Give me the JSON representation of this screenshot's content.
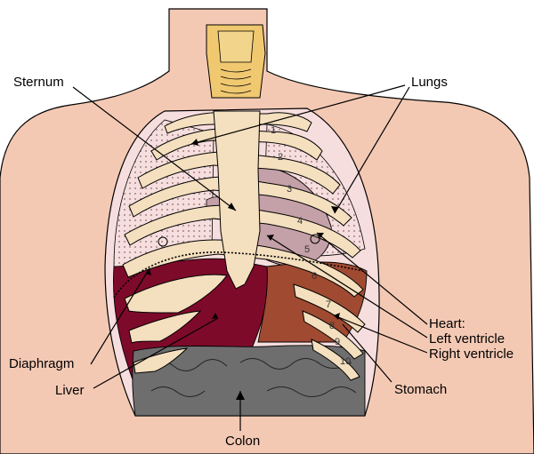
{
  "labels": {
    "sternum": "Sternum",
    "lungs": "Lungs",
    "heart": "Heart:",
    "left_ventricle": "Left ventricle",
    "right_ventricle": "Right ventricle",
    "diaphragm": "Diaphragm",
    "liver": "Liver",
    "stomach": "Stomach",
    "colon": "Colon"
  },
  "rib_numbers": [
    "1",
    "2",
    "3",
    "4",
    "5",
    "6",
    "7",
    "8",
    "9",
    "10"
  ],
  "colors": {
    "skin": "#f4c9b4",
    "bone": "#f4dfbe",
    "lung": "#f7dede",
    "heart": "#c4a0a8",
    "liver": "#7e0a2a",
    "stomach": "#a04a32",
    "colon": "#6e6e6e",
    "trachea": "#f0c870"
  }
}
